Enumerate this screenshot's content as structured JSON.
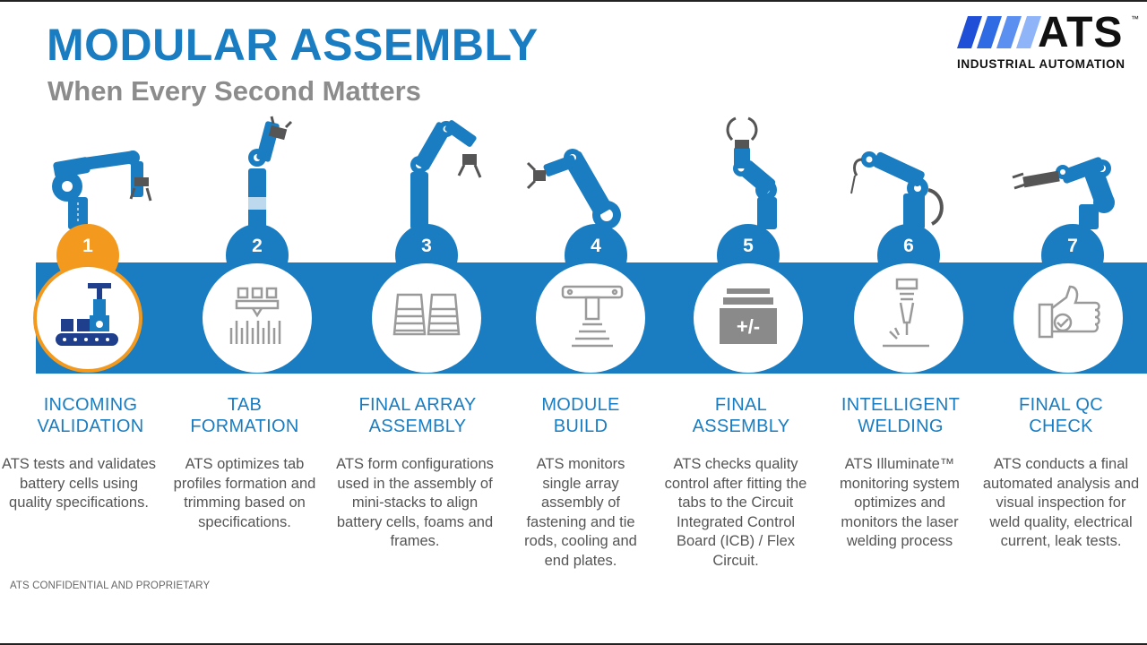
{
  "header": {
    "title": "MODULAR ASSEMBLY",
    "subtitle": "When Every Second Matters"
  },
  "logo": {
    "brand": "ATS",
    "trademark": "™",
    "tagline": "INDUSTRIAL AUTOMATION"
  },
  "colors": {
    "primary_blue": "#1a7dc1",
    "accent_orange": "#f39a1e",
    "icon_gray": "#9a9a9a",
    "text_gray": "#555555"
  },
  "steps": [
    {
      "number": "1",
      "title_line1": "INCOMING",
      "title_line2": "VALIDATION",
      "icon": "conveyor-robot-icon",
      "active": true,
      "description": "ATS tests and validates battery cells using quality specifications."
    },
    {
      "number": "2",
      "title_line1": "TAB",
      "title_line2": "FORMATION",
      "icon": "tab-forming-tool-icon",
      "active": false,
      "description": "ATS optimizes tab profiles formation and trimming based on specifications."
    },
    {
      "number": "3",
      "title_line1": "FINAL ARRAY",
      "title_line2": "ASSEMBLY",
      "icon": "cell-stacks-icon",
      "active": false,
      "description": "ATS form configurations used in the assembly of mini-stacks to align battery cells, foams and frames."
    },
    {
      "number": "4",
      "title_line1": "MODULE",
      "title_line2": "BUILD",
      "icon": "fastening-tool-icon",
      "active": false,
      "description": "ATS monitors single array assembly of fastening and tie rods, cooling and end plates."
    },
    {
      "number": "5",
      "title_line1": "FINAL",
      "title_line2": "ASSEMBLY",
      "icon": "battery-plus-minus-icon",
      "active": false,
      "description": "ATS checks quality control after fitting the tabs to the Circuit Integrated Control Board (ICB) / Flex Circuit."
    },
    {
      "number": "6",
      "title_line1": "INTELLIGENT",
      "title_line2": "WELDING",
      "icon": "laser-welder-icon",
      "active": false,
      "description": "ATS Illuminate™ monitoring system optimizes and monitors the laser welding process"
    },
    {
      "number": "7",
      "title_line1": "FINAL QC",
      "title_line2": "CHECK",
      "icon": "thumbs-up-check-icon",
      "active": false,
      "description": "ATS conducts a final automated analysis and visual inspection for weld quality, electrical current, leak tests."
    }
  ],
  "footer": {
    "confidential": "ATS CONFIDENTIAL AND PROPRIETARY"
  }
}
